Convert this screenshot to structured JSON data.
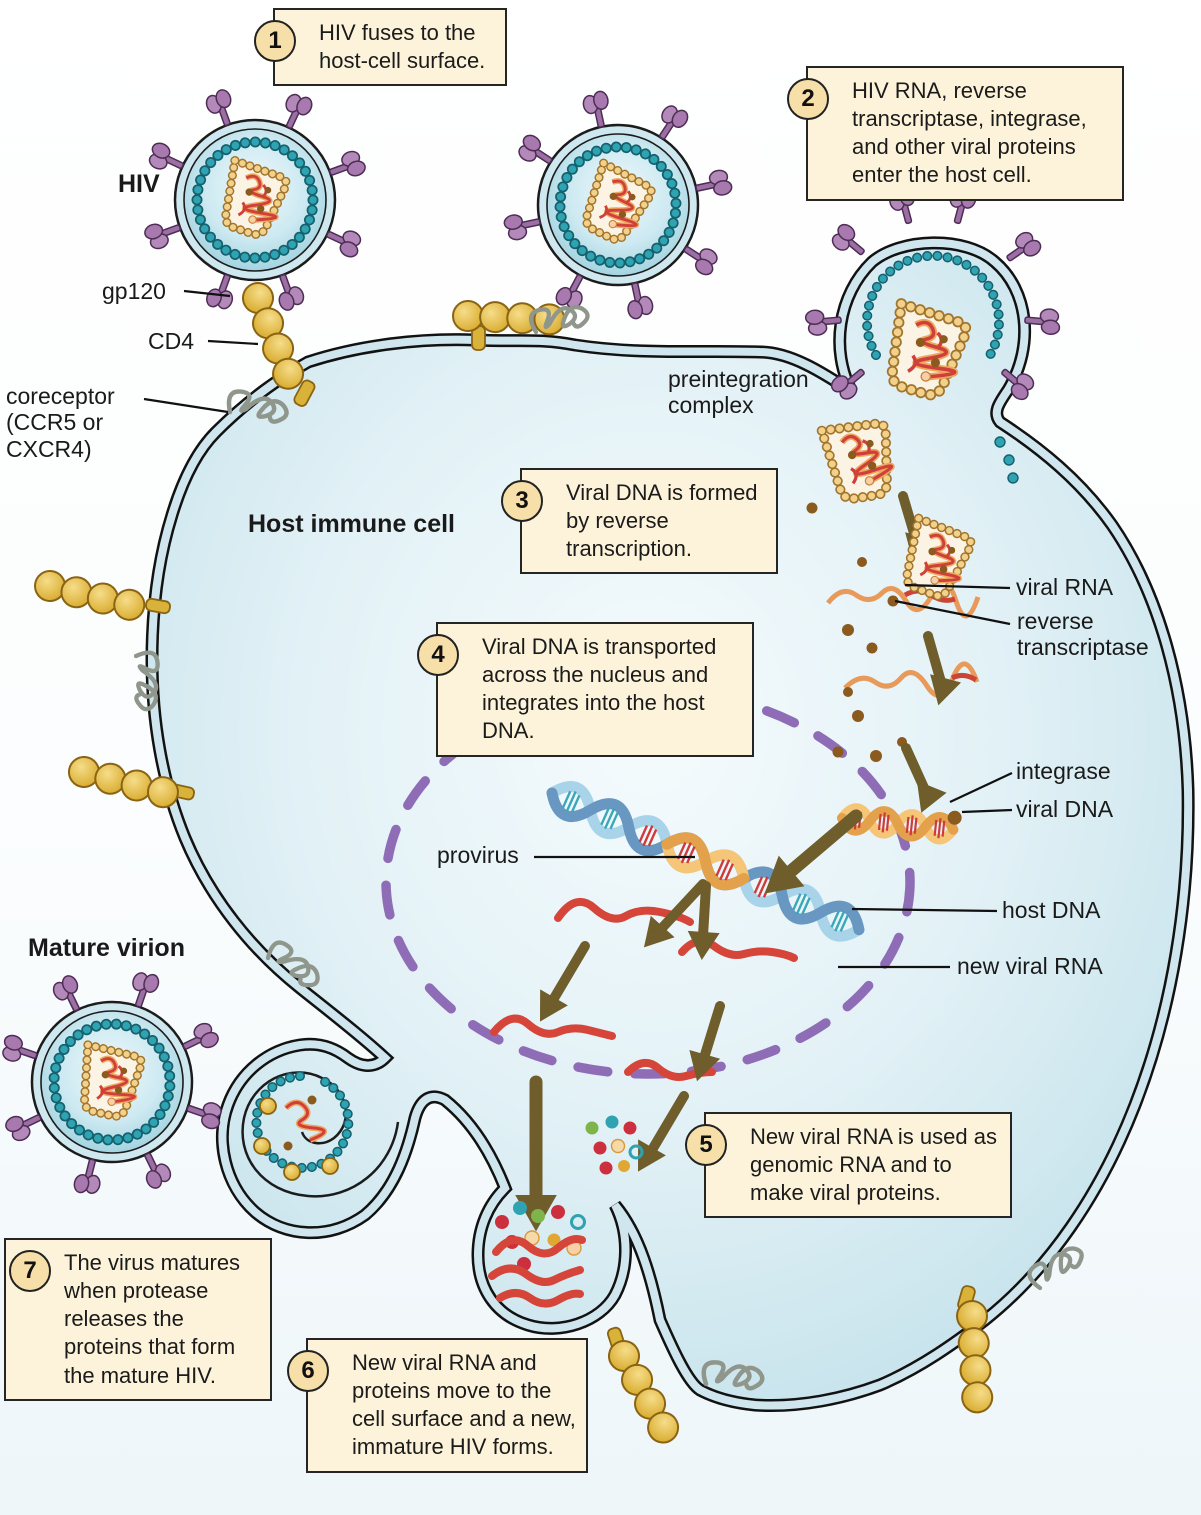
{
  "figure": {
    "subject": "HIV replication cycle in a host immune cell"
  },
  "labels": {
    "hiv": "HIV",
    "gp120": "gp120",
    "cd4": "CD4",
    "coreceptor": "coreceptor (CCR5 or CXCR4)",
    "host_cell": "Host immune cell",
    "mature_virion": "Mature virion",
    "preintegration": "preintegration complex",
    "viral_rna": "viral RNA",
    "reverse_transcriptase": "reverse transcriptase",
    "integrase": "integrase",
    "viral_dna": "viral DNA",
    "provirus": "provirus",
    "host_dna": "host DNA",
    "new_viral_rna": "new viral RNA"
  },
  "steps": [
    {
      "number": "1",
      "text": "HIV fuses to the host-cell surface."
    },
    {
      "number": "2",
      "text": "HIV RNA, reverse transcriptase, integrase, and other viral proteins enter the host cell."
    },
    {
      "number": "3",
      "text": "Viral DNA is formed by reverse transcription."
    },
    {
      "number": "4",
      "text": "Viral DNA is transported across the nucleus and integrates into the host DNA."
    },
    {
      "number": "5",
      "text": "New viral RNA is used as genomic RNA and to make viral proteins."
    },
    {
      "number": "6",
      "text": "New viral RNA and proteins move to the cell surface and a new, immature HIV forms."
    },
    {
      "number": "7",
      "text": "The virus matures when protease releases the proteins that form the mature HIV."
    }
  ],
  "colors": {
    "callout_bg": "#fcf3da",
    "callout_border": "#252525",
    "step_circle_bg": "#f6dfa8",
    "cell_fill": "#d9ecf3",
    "membrane_bead_teal": "#2fa3b2",
    "capsid_bead_gold": "#f2d18b",
    "spike_purple": "#b289b8",
    "rna_red": "#d0403a",
    "rna_orange": "#eda75f",
    "arrow_brown": "#6f5d2b",
    "nucleus_dash_purple": "#8f6db6",
    "receptor_gold": "#e8c44f",
    "coreceptor_gray": "#8f968c",
    "host_dna_blue": "#6898c2",
    "viral_dna_orange": "#e3a14b"
  }
}
